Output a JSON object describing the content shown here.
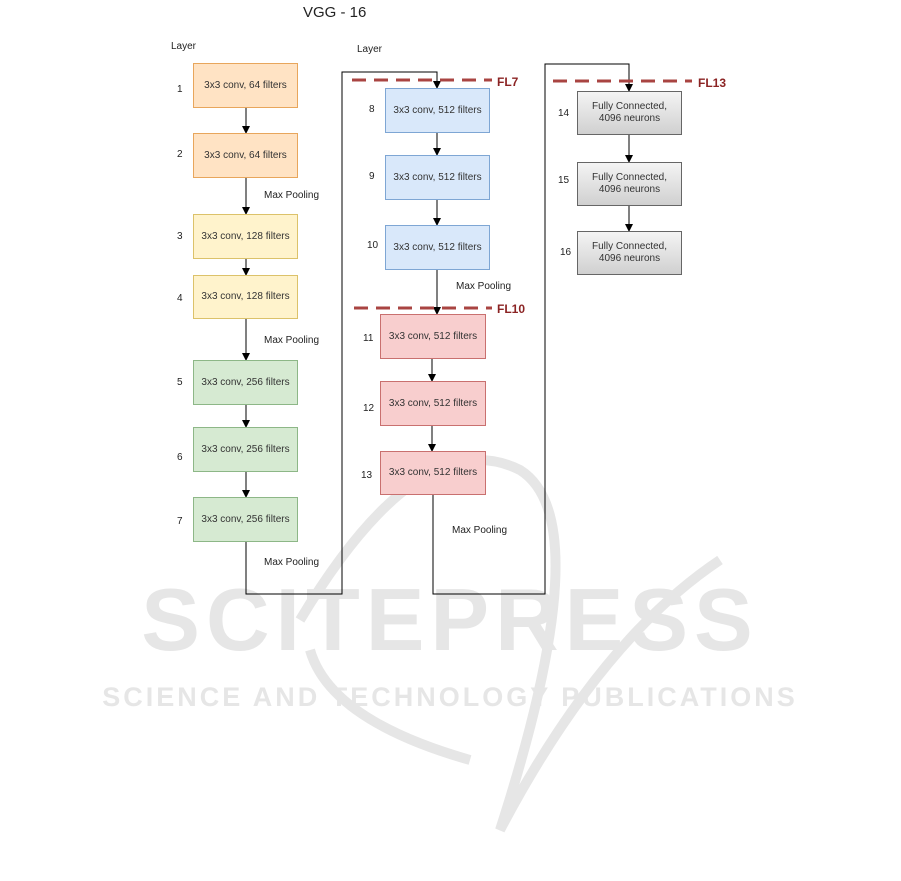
{
  "title": "VGG - 16",
  "layer_label": "Layer",
  "colors": {
    "orange_fill": "#ffe3c4",
    "yellow_fill": "#fff3cc",
    "green_fill": "#d6ead2",
    "blue_fill": "#d9e8fa",
    "red_fill": "#f8cece",
    "gray_fill": "#d9d9d9",
    "dash": "#a94442",
    "watermark": "#e6e6e6"
  },
  "layers": [
    {
      "num": "1",
      "label": "3x3 conv, 64 filters"
    },
    {
      "num": "2",
      "label": "3x3 conv, 64 filters"
    },
    {
      "num": "3",
      "label": "3x3 conv, 128 filters"
    },
    {
      "num": "4",
      "label": "3x3 conv, 128 filters"
    },
    {
      "num": "5",
      "label": "3x3 conv, 256 filters"
    },
    {
      "num": "6",
      "label": "3x3 conv, 256 filters"
    },
    {
      "num": "7",
      "label": "3x3 conv, 256 filters"
    },
    {
      "num": "8",
      "label": "3x3 conv, 512 filters"
    },
    {
      "num": "9",
      "label": "3x3 conv, 512 filters"
    },
    {
      "num": "10",
      "label": "3x3 conv, 512 filters"
    },
    {
      "num": "11",
      "label": "3x3 conv, 512 filters"
    },
    {
      "num": "12",
      "label": "3x3 conv, 512 filters"
    },
    {
      "num": "13",
      "label": "3x3 conv, 512 filters"
    },
    {
      "num": "14",
      "label_line1": "Fully Connected,",
      "label_line2": "4096 neurons"
    },
    {
      "num": "15",
      "label_line1": "Fully Connected,",
      "label_line2": "4096 neurons"
    },
    {
      "num": "16",
      "label_line1": "Fully Connected,",
      "label_line2": "4096 neurons"
    }
  ],
  "max_pooling_label": "Max Pooling",
  "feature_levels": [
    "FL7",
    "FL10",
    "FL13"
  ],
  "watermark": {
    "main": "SCITEPRESS",
    "sub": "SCIENCE AND TECHNOLOGY PUBLICATIONS"
  }
}
